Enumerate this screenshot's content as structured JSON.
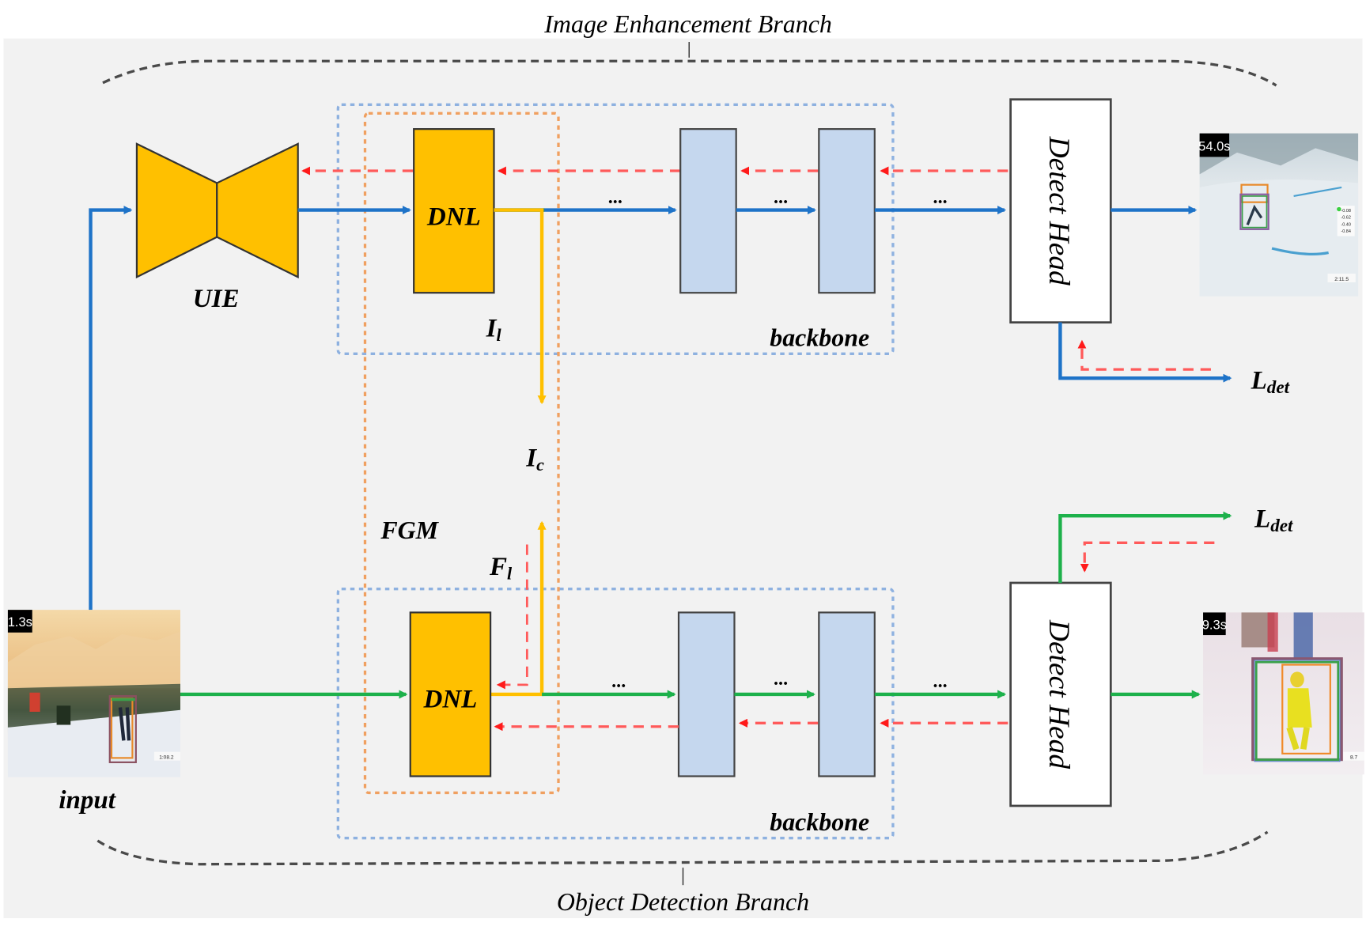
{
  "diagram": {
    "top_branch_label": "Image Enhancement Branch",
    "bottom_branch_label": "Object Detection Branch",
    "colors": {
      "background": "#f2f2f2",
      "yellow_block": "#ffc000",
      "blue_block": "#c5d7ee",
      "enhancement_flow": "#1e73c8",
      "detection_flow": "#1db14b",
      "gradient_flow": "#ff2020",
      "fusion_flow": "#ffc000",
      "backbone_box": "#8eb1e0",
      "fgm_box": "#f0a060"
    },
    "nodes": {
      "uie": "UIE",
      "dnl_top": "DNL",
      "dnl_bottom": "DNL",
      "detect_head_top": "Detect Head",
      "detect_head_bottom": "Detect Head",
      "backbone_top": "backbone",
      "backbone_bottom": "backbone",
      "fgm": "FGM",
      "input": "input",
      "ellipsis": "..."
    },
    "symbols": {
      "il_main": "I",
      "il_sub": "l",
      "ic_main": "I",
      "ic_sub": "c",
      "fl_main": "F",
      "fl_sub": "l",
      "ldet_top_main": "L",
      "ldet_top_sub": "det",
      "ldet_bottom_main": "L",
      "ldet_bottom_sub": "det"
    },
    "images": {
      "input": {
        "timestamp": "1.3s",
        "score_label": "1:08.2"
      },
      "output_top": {
        "timestamp": "54.0s",
        "score_label": "2:11.5",
        "splits": [
          "-0.08",
          "-0.62",
          "-0.40",
          "-0.84"
        ]
      },
      "output_bottom": {
        "timestamp": "9.3s",
        "score_label": "8.7"
      }
    }
  }
}
